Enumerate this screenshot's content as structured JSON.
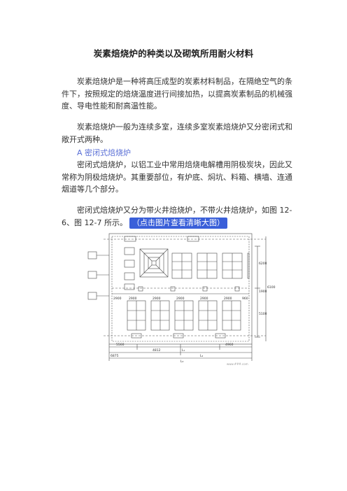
{
  "article": {
    "title": "炭素焙烧炉的种类以及砌筑所用耐火材料",
    "para1": "炭素焙烧炉是一种将高压成型的炭素材料制品，在隔绝空气的条件下，按照规定的焙烧温度进行间接加热，以提高炭素制品的机械强度、导电性能和耐高温性能。",
    "para2": "炭素焙烧炉一般为连续多室，连续多室炭素焙烧炉又分密闭式和敞开式两种。",
    "section_a": "A 密闭式焙烧炉",
    "para3": "密闭式焙烧炉，以铝工业中常用焙烧电解槽用阴极炭块，因此又常称为阴极焙烧炉。其重要部位，有炉底、焖坑、料箱、横墙、连通烟道等几个部分。",
    "para4": "密闭式焙烧炉又分为带火井焙烧炉，不带火井焙烧炉，如图 12-6、图 12-7 所示。",
    "figure_link": "（点击图片查看清晰大图）"
  },
  "figure": {
    "dimension_labels": [
      "2900",
      "2900",
      "2900",
      "2900",
      "2900",
      "2900",
      "960",
      "5560",
      "4812",
      "L₁",
      "4960",
      "6875",
      "L₂",
      "L₃",
      "6200",
      "1900",
      "5100",
      "6100"
    ],
    "watermark": "www.###.com"
  }
}
